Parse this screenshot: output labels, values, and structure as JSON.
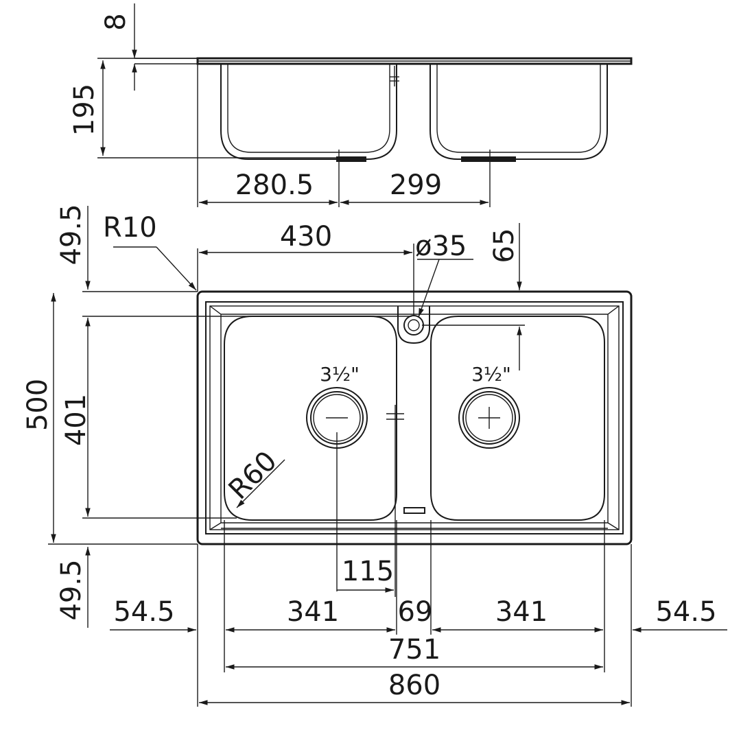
{
  "colors": {
    "line": "#1a1a1a",
    "background": "#ffffff"
  },
  "labels": {
    "rim_thickness": "8",
    "bowl_depth": "195",
    "drain_offset_left": "280.5",
    "drain_offset_right": "299",
    "top_margin": "49.5",
    "corner_radius_outer": "R10",
    "tap_hole_offset": "430",
    "tap_hole_diameter": "ø35",
    "tap_hole_depth": "65",
    "overall_depth": "500",
    "bowl_length": "401",
    "bowl_corner_radius": "R60",
    "drain_size_left": "3½\"",
    "drain_size_right": "3½\"",
    "drain_center_offset": "115",
    "bottom_margin": "49.5",
    "side_margin_left": "54.5",
    "bowl_width_left": "341",
    "divider_width": "69",
    "bowl_width_right": "341",
    "side_margin_right": "54.5",
    "bowls_total_width": "751",
    "overall_width": "860"
  }
}
